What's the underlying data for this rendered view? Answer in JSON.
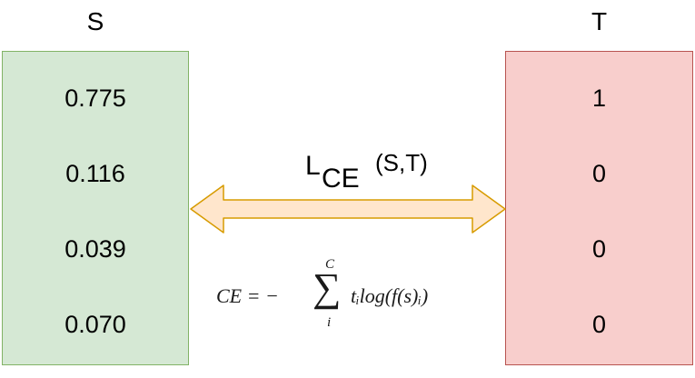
{
  "left_column": {
    "title": "S",
    "values": [
      "0.775",
      "0.116",
      "0.039",
      "0.070"
    ]
  },
  "right_column": {
    "title": "T",
    "values": [
      "1",
      "0",
      "0",
      "0"
    ]
  },
  "loss_label": {
    "main": "L",
    "subscript": "CE",
    "args": "(S,T)"
  },
  "formula": {
    "lhs": "CE = −",
    "sum_symbol": "∑",
    "sum_upper": "C",
    "sum_lower": "i",
    "rhs": "tᵢlog(f(s)ᵢ)"
  },
  "colors": {
    "left_fill": "#d5e8d4",
    "left_stroke": "#82b366",
    "right_fill": "#f8cecc",
    "right_stroke": "#b85450",
    "arrow_fill": "#ffe6cc",
    "arrow_stroke": "#d79b00"
  }
}
